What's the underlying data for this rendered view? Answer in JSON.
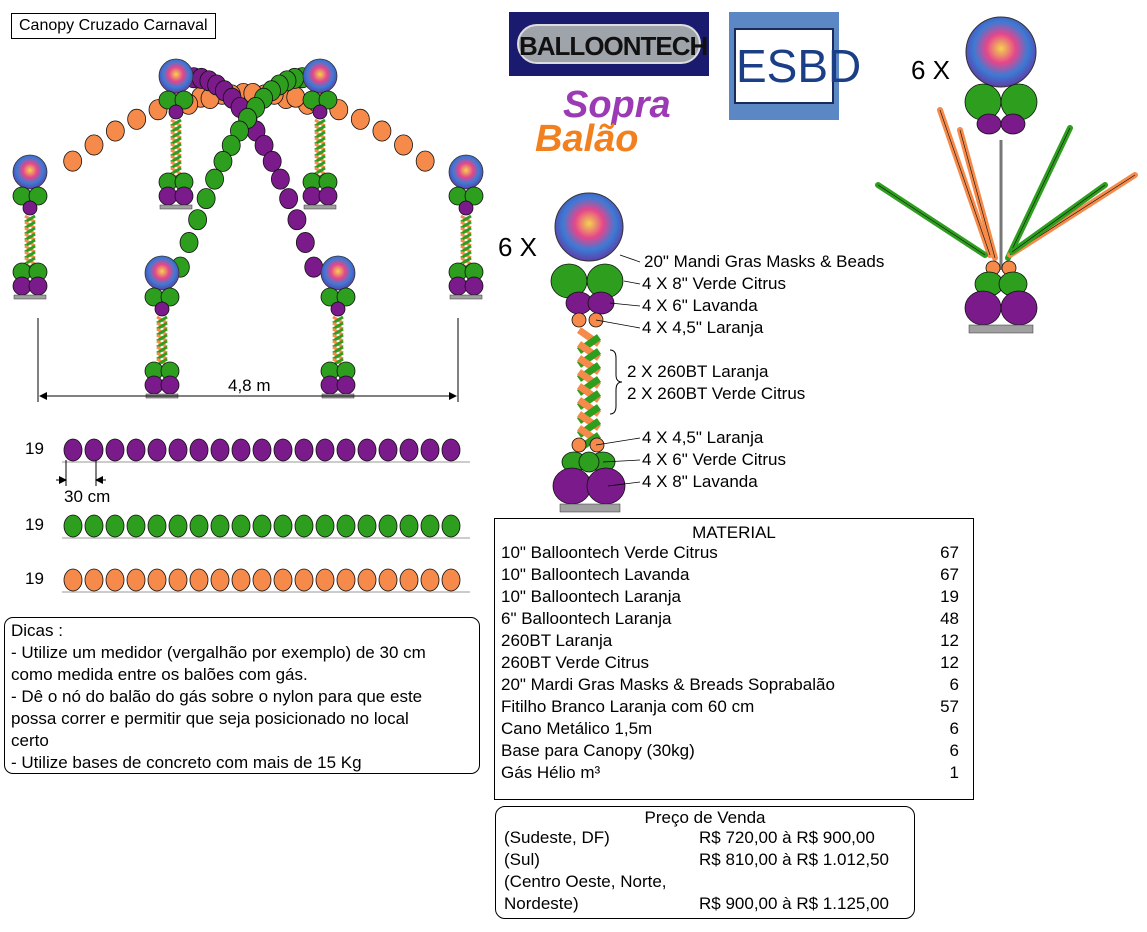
{
  "title": "Canopy Cruzado Carnaval",
  "logos": {
    "balloontech": "BALLOONTECH",
    "esbd": "ESBD",
    "sopra_line1": "Sopra",
    "sopra_line2": "Balão"
  },
  "multiplier_top": "6 X",
  "multiplier_column": "6 X",
  "width_label": "4,8 m",
  "rows": [
    {
      "count": "19",
      "color": "#7b1a8a"
    },
    {
      "count": "19",
      "color": "#2e9e1e"
    },
    {
      "count": "19",
      "color": "#f58a4a"
    }
  ],
  "spacing_label": "30 cm",
  "column_labels": [
    "20\" Mandi Gras Masks & Beads",
    "4 X 8\" Verde Citrus",
    "4 X 6\" Lavanda",
    "4 X 4,5\" Laranja",
    "2 X 260BT Laranja",
    "2 X 260BT Verde Citrus",
    "4 X 4,5\" Laranja",
    "4 X 6\" Verde Citrus",
    "4 X 8\" Lavanda"
  ],
  "material": {
    "heading": "MATERIAL",
    "items": [
      {
        "name": "10\" Balloontech Verde Citrus",
        "qty": "67"
      },
      {
        "name": "10\" Balloontech Lavanda",
        "qty": "67"
      },
      {
        "name": "10\" Balloontech Laranja",
        "qty": "19"
      },
      {
        "name": "6\" Balloontech Laranja",
        "qty": "48"
      },
      {
        "name": "260BT Laranja",
        "qty": "12"
      },
      {
        "name": "260BT Verde Citrus",
        "qty": "12"
      },
      {
        "name": "20\" Mardi Gras Masks & Breads Soprabalão",
        "qty": "6"
      },
      {
        "name": "Fitilho Branco Laranja com 60 cm",
        "qty": "57"
      },
      {
        "name": "Cano Metálico 1,5m",
        "qty": "6"
      },
      {
        "name": "Base para Canopy (30kg)",
        "qty": "6"
      },
      {
        "name": "Gás Hélio m³",
        "qty": "1"
      }
    ]
  },
  "price": {
    "heading": "Preço de Venda",
    "rows": [
      {
        "region": "(Sudeste, DF)",
        "value": "R$ 720,00 à R$ 900,00"
      },
      {
        "region": "(Sul)",
        "value": "R$ 810,00 à R$ 1.012,50"
      },
      {
        "region": "(Centro Oeste, Norte,",
        "value": ""
      },
      {
        "region": "Nordeste)",
        "value": "R$ 900,00 à R$ 1.125,00"
      }
    ]
  },
  "dicas": {
    "heading": "Dicas :",
    "lines": [
      "- Utilize um medidor (vergalhão por exemplo) de 30 cm",
      "como medida entre os balões com gás.",
      "- Dê o nó do balão do gás sobre o nylon para que este",
      "possa correr e permitir que seja posicionado no local",
      "certo",
      "- Utilize bases de concreto com mais de 15 Kg"
    ]
  },
  "colors": {
    "purple": "#7b1a8a",
    "green": "#2e9e1e",
    "orange": "#f58a4a",
    "base": "#a0a0a0"
  }
}
